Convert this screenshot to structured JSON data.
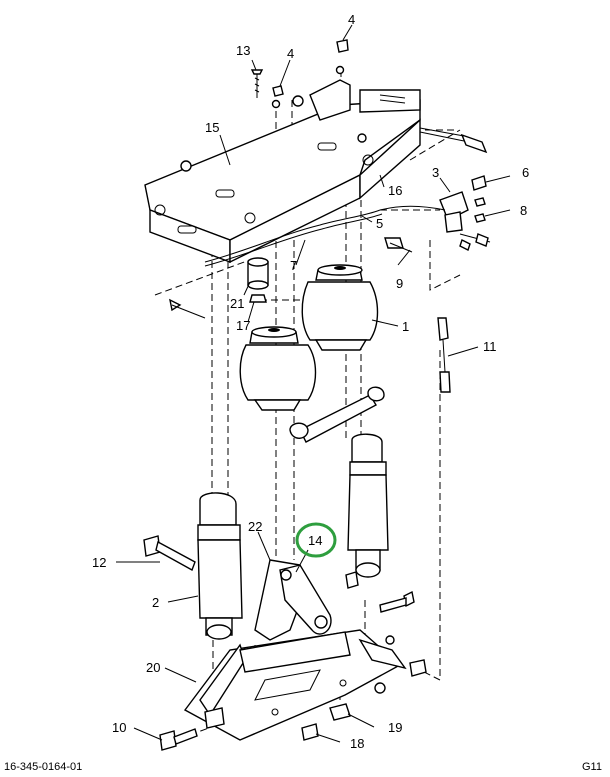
{
  "diagram": {
    "footer_left": "16-345-0164-01",
    "footer_right": "G11",
    "highlight_color": "#2e9e3e",
    "highlighted_callout": "14",
    "callouts": [
      "13",
      "4",
      "4",
      "15",
      "3",
      "6",
      "16",
      "8",
      "5",
      "7",
      "9",
      "21",
      "17",
      "1",
      "11",
      "22",
      "14",
      "12",
      "2",
      "20",
      "10",
      "19",
      "18"
    ]
  }
}
